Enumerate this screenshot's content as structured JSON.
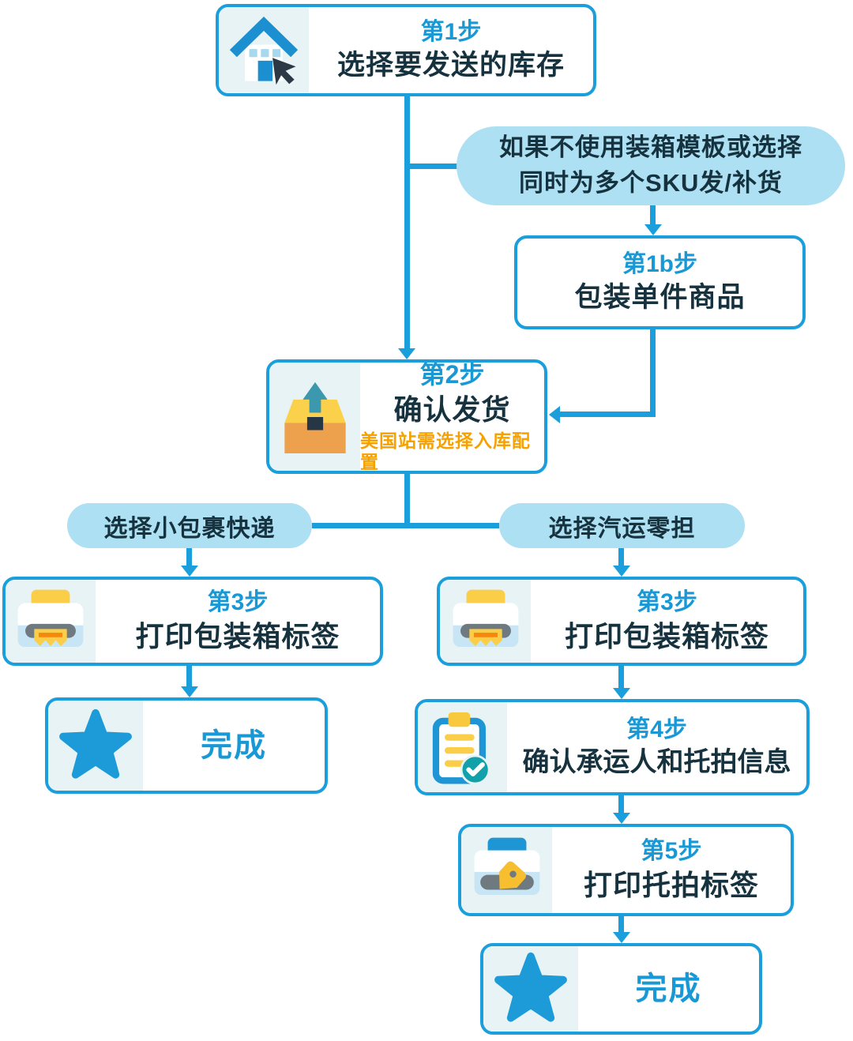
{
  "flow": {
    "step1": {
      "step_label": "第1步",
      "title": "选择要发送的库存",
      "icon": "house-cursor-icon"
    },
    "condition": {
      "line1": "如果不使用装箱模板或选择",
      "line2": "同时为多个SKU发/补货"
    },
    "step1b": {
      "step_label": "第1b步",
      "title": "包装单件商品"
    },
    "step2": {
      "step_label": "第2步",
      "title": "确认发货",
      "note": "美国站需选择入库配置",
      "icon": "box-arrow-up-icon"
    },
    "branch_left": {
      "label": "选择小包裹快递"
    },
    "branch_right": {
      "label": "选择汽运零担"
    },
    "left_step3": {
      "step_label": "第3步",
      "title": "打印包装箱标签",
      "icon": "printer-icon"
    },
    "left_done": {
      "title": "完成",
      "icon": "star-icon"
    },
    "right_step3": {
      "step_label": "第3步",
      "title": "打印包装箱标签",
      "icon": "printer-icon"
    },
    "step4": {
      "step_label": "第4步",
      "title": "确认承运人和托拍信息",
      "icon": "clipboard-check-icon"
    },
    "step5": {
      "step_label": "第5步",
      "title": "打印托拍标签",
      "icon": "printer-tag-icon"
    },
    "right_done": {
      "title": "完成",
      "icon": "star-icon"
    }
  },
  "colors": {
    "accent_border_line": "#1B9FDC",
    "step_label_blue": "#1899D6",
    "title_dark_navy": "#17323F",
    "note_orange": "#F5A100",
    "pill_light_blue": "#ADE0F2",
    "icon_cell_bg": "#E8F3F5",
    "star_blue": "#1D9AD8",
    "printer_yellow": "#FBCE4A",
    "printer_grey": "#6E7A80",
    "printer_tray_blue": "#C7E5F4",
    "paper_stripe_orange": "#F5870F",
    "carton_front_orange": "#EDA14C",
    "carton_top_yellow": "#FBD14B",
    "carton_arrow_teal": "#3B98AE",
    "clipboard_blue": "#1E95D4",
    "clip_yellow": "#F8C93E",
    "check_teal": "#12A1AA",
    "house_blue": "#1B8FD0",
    "window_light_blue": "#A8D8EE",
    "cursor_dark": "#2B3946",
    "tag_yellow": "#F7BE30"
  }
}
